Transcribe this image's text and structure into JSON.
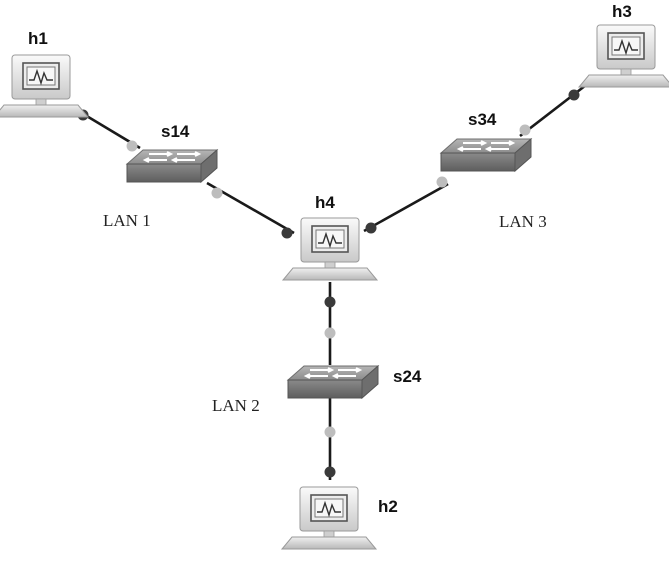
{
  "diagram": {
    "hosts": [
      {
        "id": "h1",
        "label": "h1"
      },
      {
        "id": "h2",
        "label": "h2"
      },
      {
        "id": "h3",
        "label": "h3"
      },
      {
        "id": "h4",
        "label": "h4"
      }
    ],
    "switches": [
      {
        "id": "s14",
        "label": "s14"
      },
      {
        "id": "s24",
        "label": "s24"
      },
      {
        "id": "s34",
        "label": "s34"
      }
    ],
    "lans": [
      {
        "id": "lan1",
        "label": "LAN 1"
      },
      {
        "id": "lan2",
        "label": "LAN 2"
      },
      {
        "id": "lan3",
        "label": "LAN 3"
      }
    ],
    "links": [
      {
        "from": "h1",
        "to": "s14"
      },
      {
        "from": "s14",
        "to": "h4"
      },
      {
        "from": "h3",
        "to": "s34"
      },
      {
        "from": "s34",
        "to": "h4"
      },
      {
        "from": "h4",
        "to": "s24"
      },
      {
        "from": "s24",
        "to": "h2"
      }
    ]
  }
}
